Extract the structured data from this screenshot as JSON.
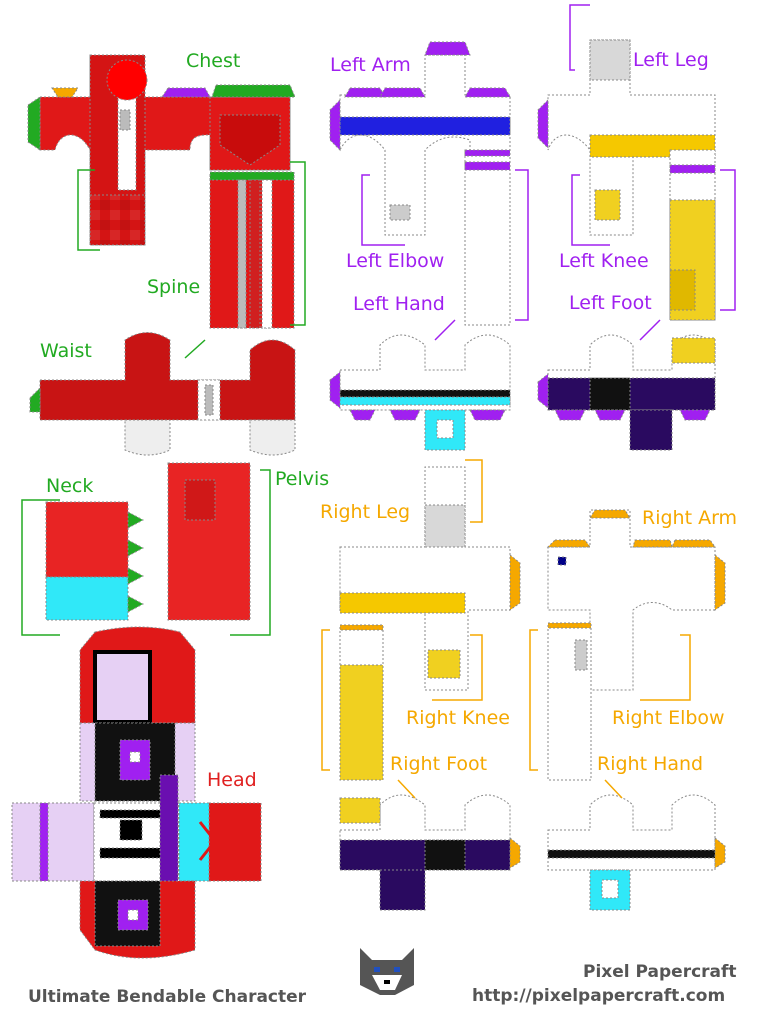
{
  "labels": {
    "chest": "Chest",
    "spine": "Spine",
    "waist": "Waist",
    "neck": "Neck",
    "pelvis": "Pelvis",
    "head": "Head",
    "left_arm": "Left Arm",
    "left_elbow": "Left Elbow",
    "left_hand": "Left Hand",
    "left_leg": "Left Leg",
    "left_knee": "Left Knee",
    "left_foot": "Left Foot",
    "right_leg": "Right Leg",
    "right_knee": "Right Knee",
    "right_foot": "Right Foot",
    "right_arm": "Right Arm",
    "right_elbow": "Right Elbow",
    "right_hand": "Right Hand"
  },
  "footer": {
    "title": "Ultimate Bendable Character",
    "brand": "Pixel Papercraft",
    "url": "http://pixelpapercraft.com"
  },
  "colors": {
    "red": "#e01818",
    "dark_red": "#b81010",
    "purple": "#a020f0",
    "blue": "#2020e0",
    "yellow": "#f0d020",
    "gold": "#f5a800",
    "cyan": "#30e8f8",
    "dark_purple": "#2a0a60",
    "lilac": "#e6d0f4",
    "green": "#22aa22",
    "white": "#ffffff",
    "grey": "#cccccc",
    "black": "#000000"
  }
}
